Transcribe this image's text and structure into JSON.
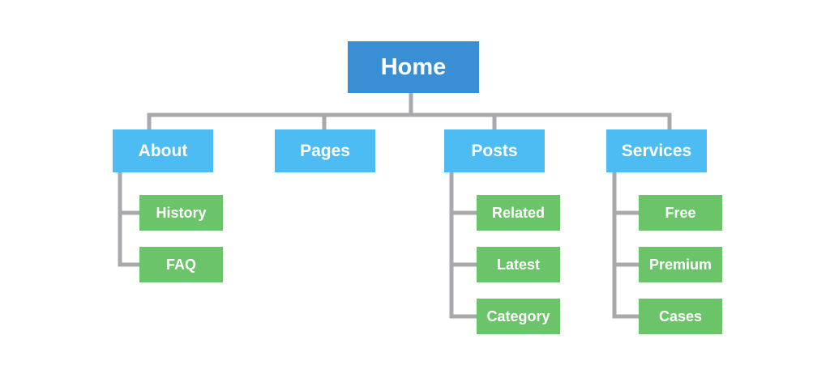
{
  "colors": {
    "root": "#3a8fd4",
    "section": "#4dbcf2",
    "page": "#6cc46a",
    "connector": "#a9a9ad",
    "text": "#ffffff",
    "background": "#ffffff"
  },
  "root": {
    "label": "Home"
  },
  "sections": [
    {
      "label": "About",
      "children": [
        {
          "label": "History"
        },
        {
          "label": "FAQ"
        }
      ]
    },
    {
      "label": "Pages",
      "children": []
    },
    {
      "label": "Posts",
      "children": [
        {
          "label": "Related"
        },
        {
          "label": "Latest"
        },
        {
          "label": "Category"
        }
      ]
    },
    {
      "label": "Services",
      "children": [
        {
          "label": "Free"
        },
        {
          "label": "Premium"
        },
        {
          "label": "Cases"
        }
      ]
    }
  ]
}
